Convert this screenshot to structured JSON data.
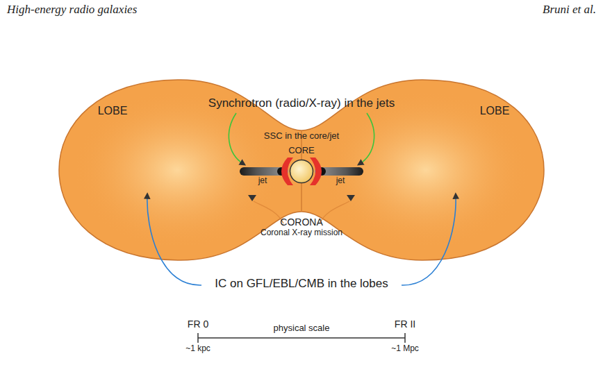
{
  "diagram": {
    "nodes": [
      {
        "text": [
          "LOBE"
        ]
      },
      {
        "text": [
          "LOBE"
        ]
      },
      {
        "text": [
          "CORE"
        ]
      },
      {
        "text": [
          "jet"
        ]
      },
      {
        "text": [
          "jet"
        ]
      }
    ],
    "labels": [
      "High-energy radio galaxies",
      "Bruni et al.",
      "Synchrotron (radio/X-ray) in the jets",
      "SSC in the core/jet",
      "CORONA",
      "Coronal X-ray mission",
      "IC on GFL/EBL/CMB in the lobes",
      "FR 0",
      "physical scale",
      "FR II",
      "~1 kpc",
      "~1 Mpc"
    ]
  }
}
